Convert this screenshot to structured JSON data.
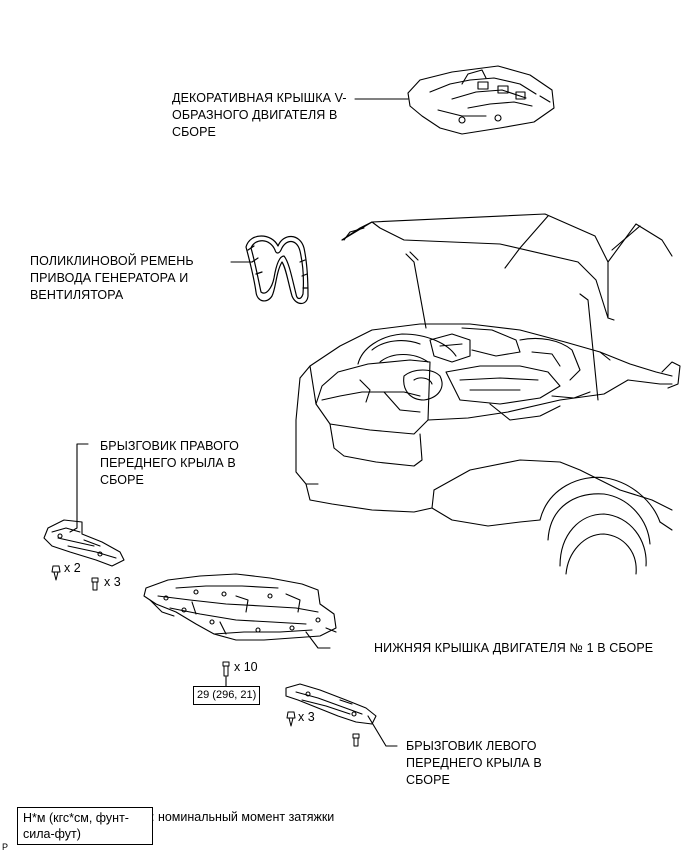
{
  "labels": {
    "engine_cover": "ДЕКОРАТИВНАЯ КРЫШКА V-\nОБРАЗНОГО ДВИГАТЕЛЯ В\nСБОРЕ",
    "v_belt": "ПОЛИКЛИНОВОЙ РЕМЕНЬ\nПРИВОДА ГЕНЕРАТОРА И\nВЕНТИЛЯТОРА",
    "right_splash": "БРЫЗГОВИК ПРАВОГО\nПЕРЕДНЕГО КРЫЛА В\nСБОРЕ",
    "lower_cover": "НИЖНЯЯ КРЫШКА ДВИГАТЕЛЯ № 1 В СБОРЕ",
    "left_splash": "БРЫЗГОВИК ЛЕВОГО\nПЕРЕДНЕГО КРЫЛА В\nСБОРЕ"
  },
  "quantities": {
    "right_clip": "x 2",
    "right_bolt": "x 3",
    "lower_bolt": "x 10",
    "left_clip": "x 3"
  },
  "torque": "29 (296, 21)",
  "legend": {
    "box": "Н*м (кгс*см, фунт-\nсила-фут)",
    "text": ": номинальный момент затяжки"
  },
  "corner_code": "P"
}
